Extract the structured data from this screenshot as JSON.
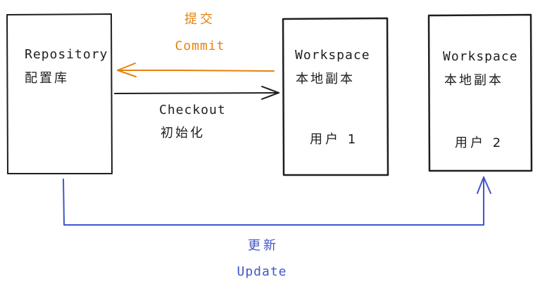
{
  "colors": {
    "stroke": "#1e1e1e",
    "commit": "#e8810c",
    "update": "#4056c8",
    "background": "#ffffff"
  },
  "nodes": {
    "repository": {
      "title": "Repository",
      "subtitle": "配置库"
    },
    "workspace1": {
      "title": "Workspace",
      "subtitle": "本地副本",
      "user": "用户 1"
    },
    "workspace2": {
      "title": "Workspace",
      "subtitle": "本地副本",
      "user": "用户 2"
    }
  },
  "edges": {
    "commit": {
      "label_cn": "提交",
      "label_en": "Commit"
    },
    "checkout": {
      "label_en": "Checkout",
      "label_cn": "初始化"
    },
    "update": {
      "label_cn": "更新",
      "label_en": "Update"
    }
  }
}
